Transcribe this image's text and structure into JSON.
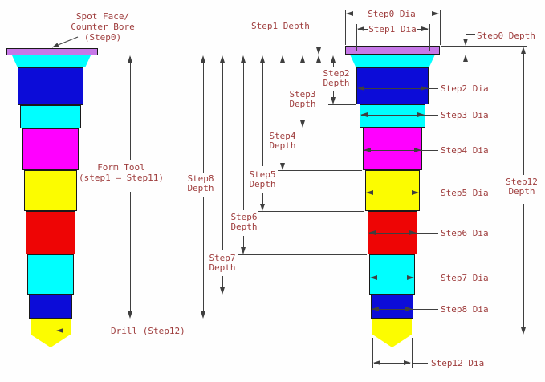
{
  "colors": {
    "background": "#FEFEFE",
    "outline": "#1A1A1A",
    "dim_line": "#3F3F3F",
    "label_text": "#9E3C3C",
    "flange": "#C678E8",
    "blue": "#0C0CD8",
    "cyan": "#00FFFF",
    "magenta": "#FF00FF",
    "yellow": "#FCFC00",
    "red": "#EE0505"
  },
  "labels": {
    "spot_face": {
      "l1": "Spot Face/",
      "l2": "Counter Bore",
      "l3": "(Step0)"
    },
    "form_tool": {
      "l1": "Form Tool",
      "l2": "(step1 — Step11)"
    },
    "drill": "Drill (Step12)"
  },
  "depth_labels": {
    "step0": "Step0 Depth",
    "step1": "Step1 Depth",
    "step2": {
      "a": "Step2",
      "b": "Depth"
    },
    "step3": {
      "a": "Step3",
      "b": "Depth"
    },
    "step4": {
      "a": "Step4",
      "b": "Depth"
    },
    "step5": {
      "a": "Step5",
      "b": "Depth"
    },
    "step6": {
      "a": "Step6",
      "b": "Depth"
    },
    "step7": {
      "a": "Step7",
      "b": "Depth"
    },
    "step8": {
      "a": "Step8",
      "b": "Depth"
    },
    "step12": {
      "a": "Step12",
      "b": "Depth"
    }
  },
  "dia_labels": {
    "step0": "Step0 Dia",
    "step1": "Step1 Dia",
    "step2": "Step2 Dia",
    "step3": "Step3 Dia",
    "step4": "Step4 Dia",
    "step5": "Step5 Dia",
    "step6": "Step6 Dia",
    "step7": "Step7 Dia",
    "step8": "Step8 Dia",
    "step12": "Step12 Dia"
  }
}
